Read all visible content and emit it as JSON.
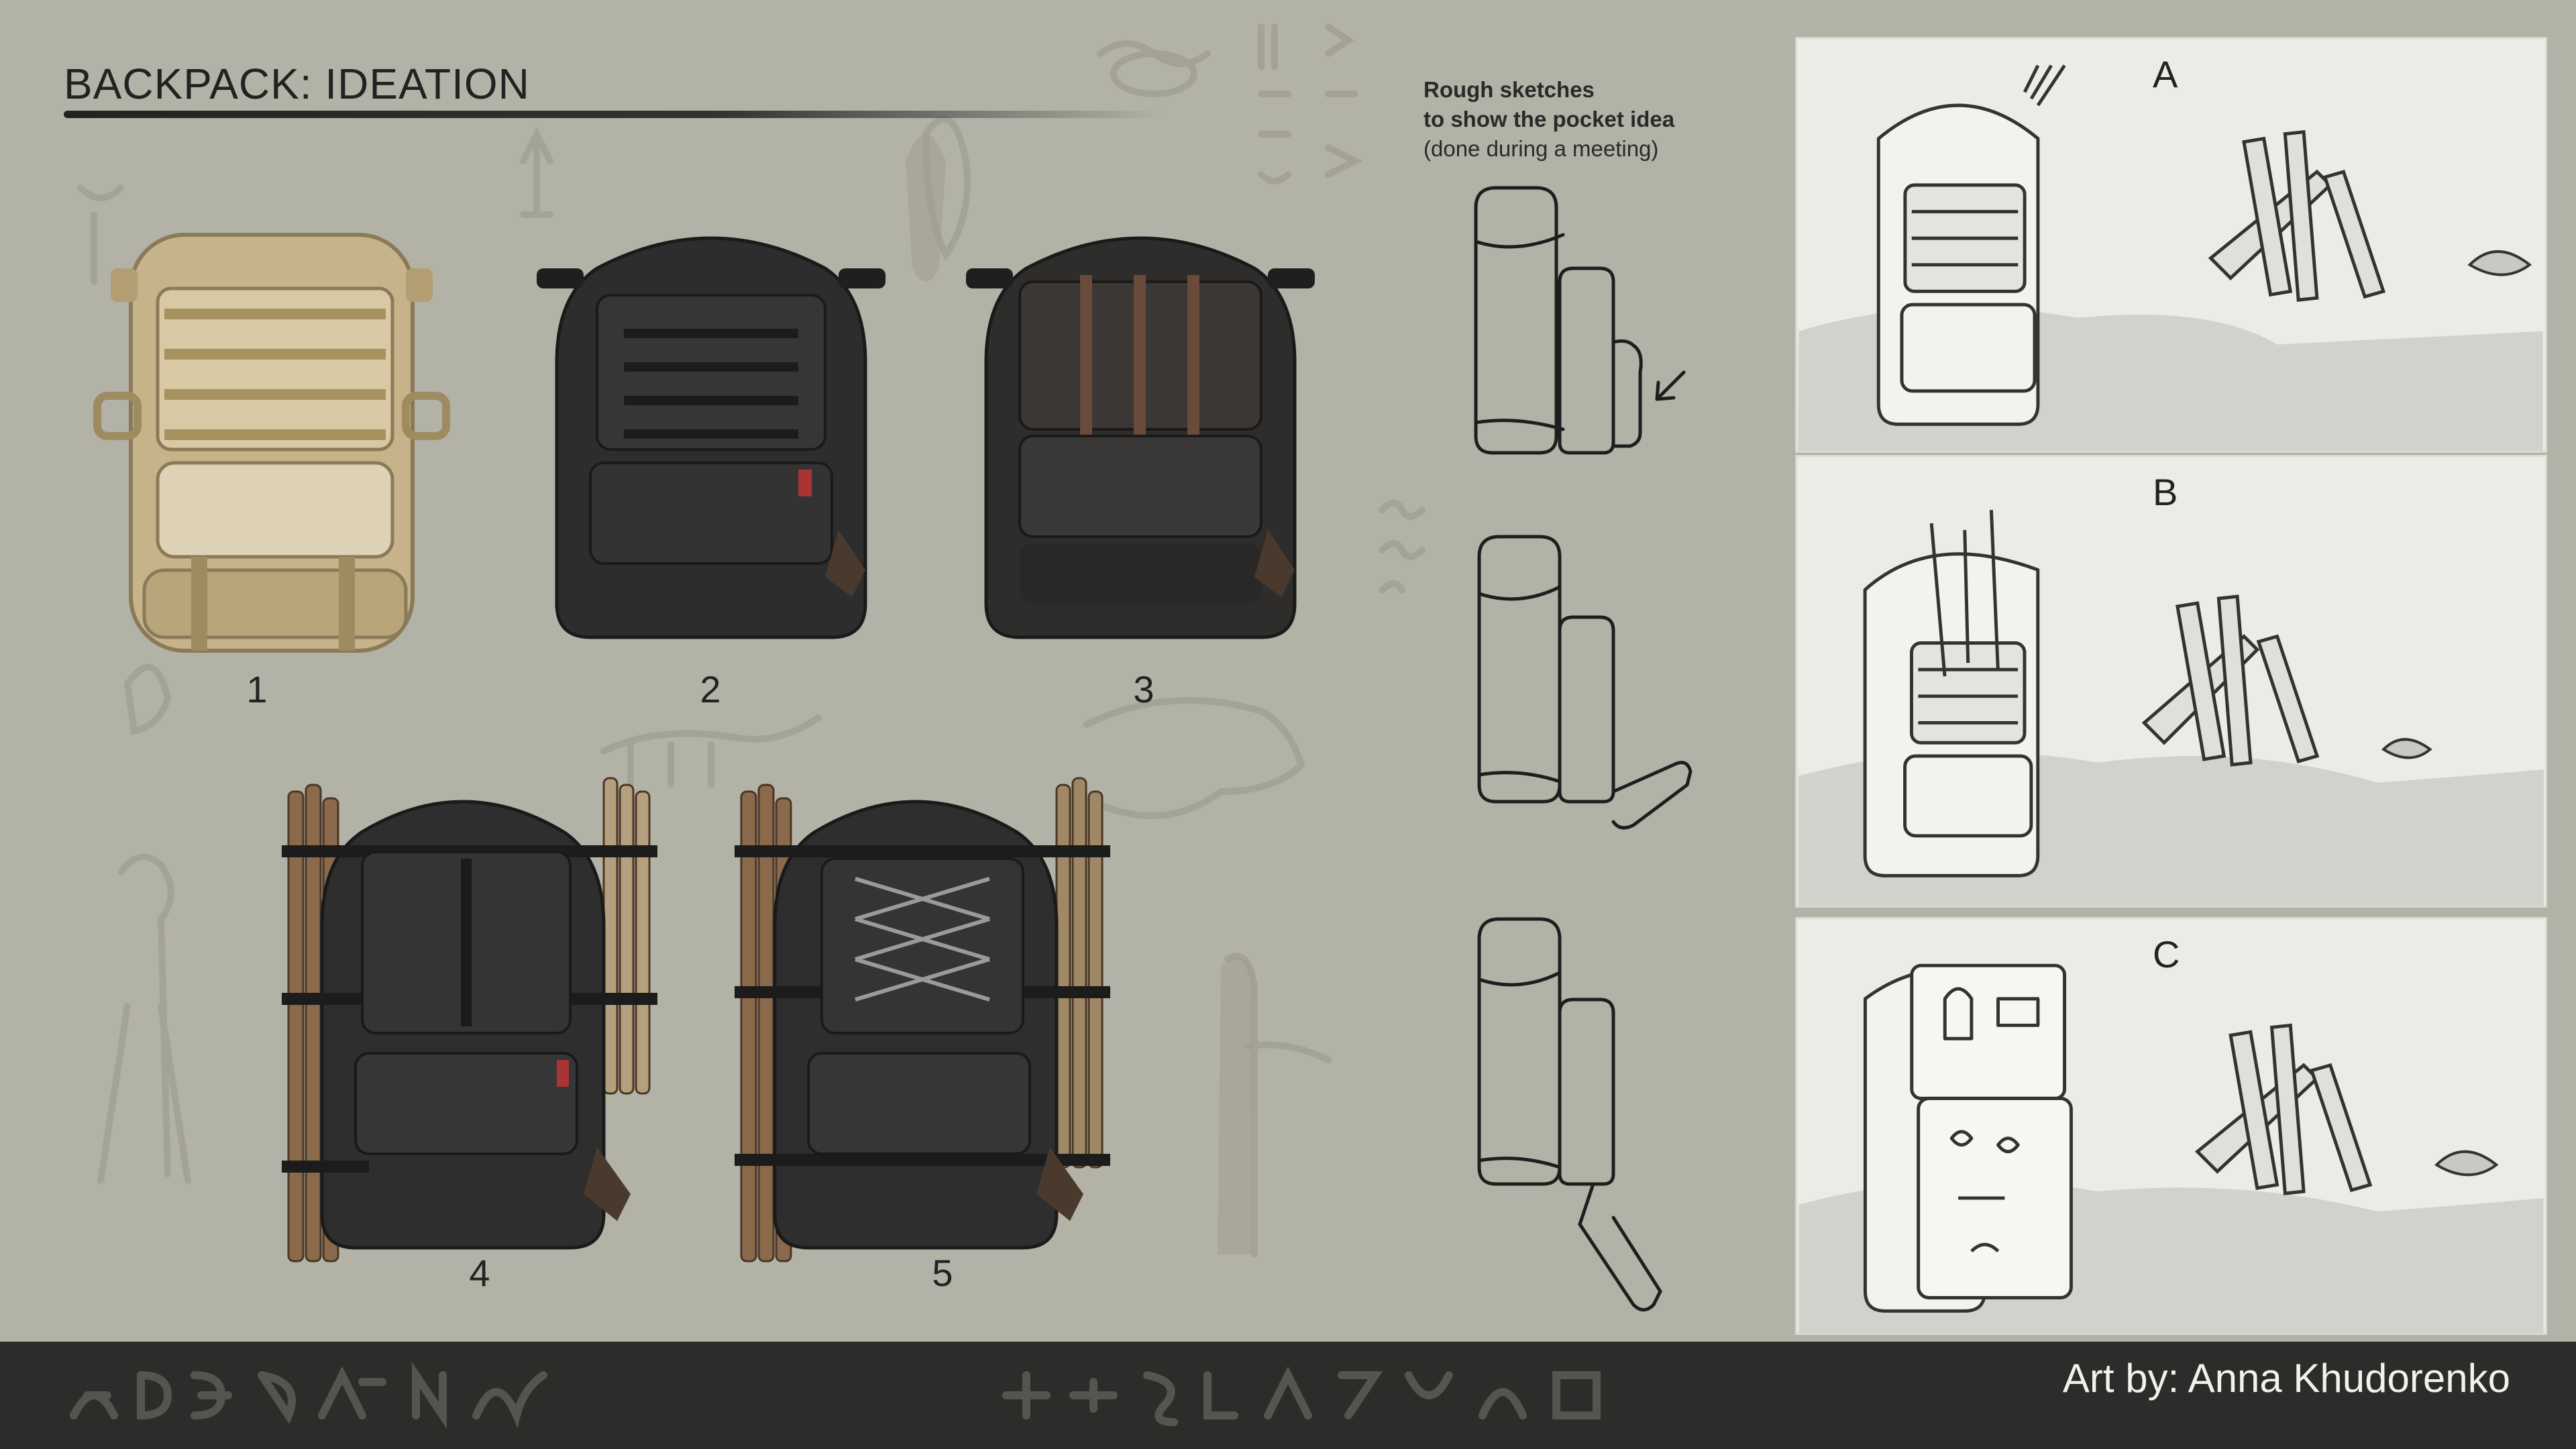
{
  "title": "BACKPACK: IDEATION",
  "note": {
    "line1": "Rough sketches",
    "line2": "to show the pocket idea",
    "line3": "(done during a meeting)"
  },
  "variants": [
    "1",
    "2",
    "3",
    "4",
    "5"
  ],
  "panels": [
    "A",
    "B",
    "C"
  ],
  "credit": "Art by: Anna Khudorenko",
  "colors": {
    "background": "#b3b2a6",
    "footer": "#2c2c2a",
    "tan_pack": "#c9b48a",
    "dark_pack": "#2b2b2b",
    "panel": "#ecebe6"
  }
}
